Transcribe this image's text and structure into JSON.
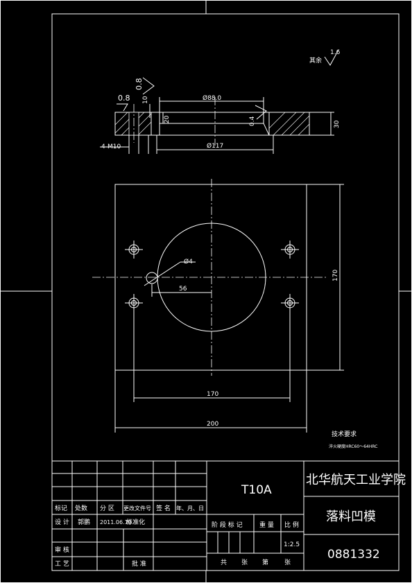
{
  "roughness_note": {
    "label": "其余",
    "value": "1.6"
  },
  "section_view": {
    "roughness_left": "0.8",
    "roughness_mid": "0.8",
    "dim_vertical_small": "10",
    "dim_height_left": "20",
    "dim_bore_top": "Ø88.0",
    "dim_roughness_right": "0.4",
    "dim_height_right": "30",
    "dim_bolt": "4-M10",
    "dim_diameter": "Ø117"
  },
  "plan_view": {
    "dim_hole": "Ø4",
    "dim_offset": "56",
    "dim_height": "170",
    "dim_hole_spacing": "170",
    "dim_width": "200"
  },
  "tech_req": {
    "title": "技术要求",
    "line1": "淬火硬度HRC60～64HRC"
  },
  "title_block": {
    "material": "T10A",
    "school": "北华航天工业学院",
    "part_name": "落料凹模",
    "drawing_no": "0881332",
    "scale": "1:2.5",
    "headers": {
      "mark": "标记",
      "count": "处数",
      "zone": "分 区",
      "change_doc": "更改文件号",
      "sign": "签 名",
      "date": "年、月、日",
      "designer": "设 计",
      "designer_name": "郭鹏",
      "design_date": "2011.06.10",
      "standardize": "标准化",
      "stage_mark": "阶 段 标 记",
      "weight": "重 量",
      "scale_label": "比 例",
      "review": "审 核",
      "process": "工 艺",
      "approve": "批 准",
      "total_sheets": "共",
      "sheets_unit": "张",
      "sheet_no": "第",
      "sheet_unit": "张"
    }
  }
}
